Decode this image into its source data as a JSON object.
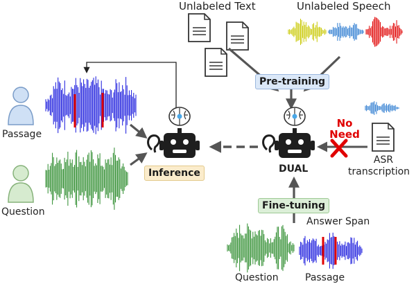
{
  "unlabeled_text_label": "Unlabeled Text",
  "unlabeled_speech_label": "Unlabeled Speech",
  "pretraining_label": "Pre-training",
  "finetuning_label": "Fine-tuning",
  "inference_label": "Inference",
  "dual_label": "DUAL",
  "no_need_line1": "No",
  "no_need_line2": "Need",
  "asr_line1": "ASR",
  "asr_line2": "transcription",
  "passage_label": "Passage",
  "question_label": "Question",
  "answer_span_label": "Answer Span",
  "bottom_question_label": "Question",
  "bottom_passage_label": "Passage",
  "colors": {
    "blue_wave": "#1414dc",
    "green_wave": "#2a8a2a",
    "yellow_wave": "#c8c800",
    "light_blue_wave": "#2a7ad0",
    "red_wave": "#e00000",
    "pretraining_bg": "#dbe8f8",
    "finetuning_bg": "#dcefd8",
    "inference_bg": "#fbeccc",
    "robot": "#1e1e1e",
    "cross": "#e00000"
  },
  "icons": [
    "document-icon",
    "person-icon",
    "robot-icon",
    "brain-icon",
    "ear-icon",
    "cross-icon"
  ]
}
